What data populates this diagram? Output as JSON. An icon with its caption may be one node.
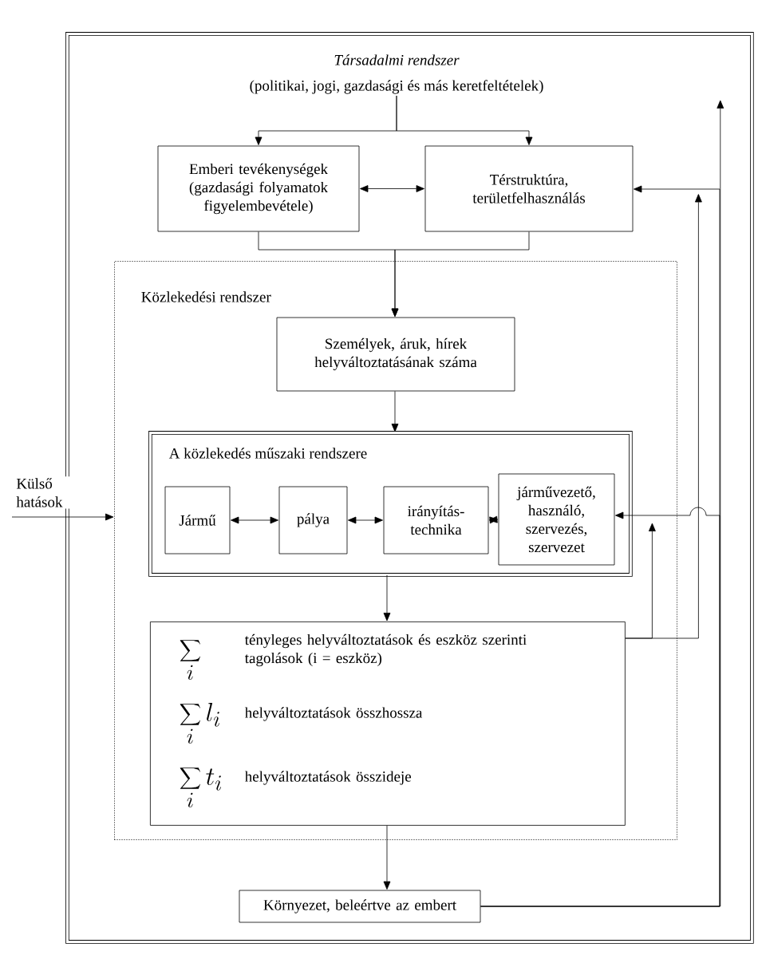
{
  "diagram": {
    "nodes": [
      {
        "text": [],
        "shape": "box"
      },
      {
        "text": [
          "Társadalmi rendszer",
          "(politikai, jogi, gazdasági és más keretfeltételek)"
        ],
        "in": 0
      },
      {
        "text": [
          "Emberi tevékenységek (gazdasági folyamatok figyelembevétele)"
        ],
        "in": 0
      },
      {
        "text": [
          "Térstruktúra, területfelhasználás"
        ],
        "in": 0
      },
      {
        "text": [
          "Közlekedési rendszer"
        ],
        "in": 0
      },
      {
        "text": [
          "Személyek, áruk, hírek helyváltoztatásának száma"
        ],
        "in": 4
      },
      {
        "text": [
          "A közlekedés műszaki rendszere"
        ],
        "in": 4
      },
      {
        "text": [
          "Jármű"
        ],
        "in": 6
      },
      {
        "text": [
          "pálya"
        ],
        "in": 6
      },
      {
        "text": [
          "irányítás-technika"
        ],
        "in": 6
      },
      {
        "text": [
          "járművezető, használó, szervezés, szervezet"
        ],
        "in": 6
      },
      {
        "text": [
          "\\sum_{i}",
          "tényleges helyváltoztatások és eszköz szerinti tagolások (i = eszköz)",
          "\\sum_{i} l_{i}",
          "helyváltoztatások összhossza",
          "\\sum_{i} t_{i}",
          "helyváltoztatások összideje"
        ],
        "in": 4
      },
      {
        "text": [
          "Környezet, beleértve az embert"
        ],
        "in": 0
      }
    ],
    "edges": [
      {
        "from": 1,
        "to": 2,
        "arrow": "to"
      },
      {
        "from": 1,
        "to": 3,
        "arrow": "to"
      },
      {
        "from": 2,
        "to": 3,
        "arrow": "both"
      },
      {
        "from": 2,
        "to": 5,
        "arrow": "to"
      },
      {
        "from": 3,
        "to": 5,
        "arrow": "to"
      },
      {
        "from": null,
        "to": 4,
        "arrow": "to",
        "label": "Külső hatások"
      },
      {
        "from": 5,
        "to": 6,
        "arrow": "to"
      },
      {
        "from": 7,
        "to": 8,
        "arrow": "both"
      },
      {
        "from": 8,
        "to": 9,
        "arrow": "both"
      },
      {
        "from": 9,
        "to": 10,
        "arrow": "both"
      },
      {
        "from": 6,
        "to": 11,
        "arrow": "to"
      },
      {
        "from": 11,
        "to": 12,
        "arrow": "to"
      },
      {
        "from": 12,
        "to": 0,
        "arrow": "to"
      },
      {
        "from": 12,
        "to": 3,
        "arrow": "to"
      },
      {
        "from": 12,
        "to": 10,
        "arrow": "to"
      },
      {
        "from": 11,
        "to": 10,
        "arrow": "to"
      },
      {
        "from": 11,
        "to": 3,
        "arrow": "to"
      }
    ]
  }
}
